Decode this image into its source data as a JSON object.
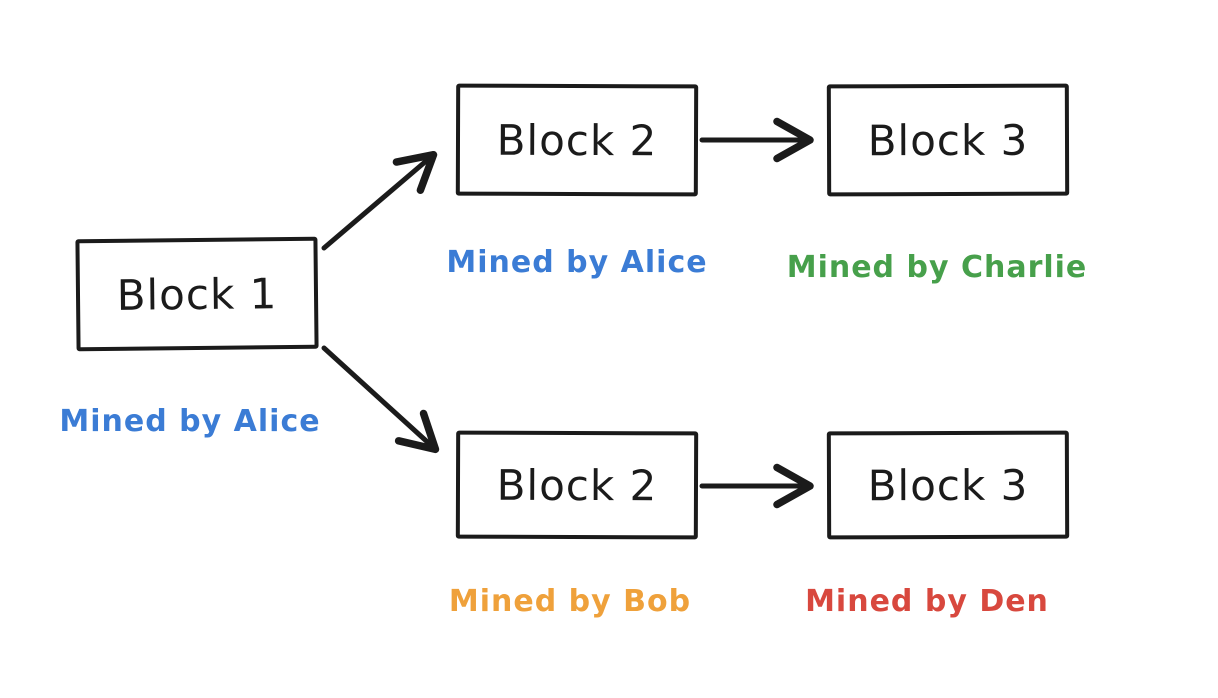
{
  "diagram": {
    "type": "blockchain-fork",
    "nodes": [
      {
        "id": "block-1",
        "label": "Block 1",
        "caption": "Mined by Alice",
        "caption_color": "#3b7cd5"
      },
      {
        "id": "block-2-top",
        "label": "Block 2",
        "caption": "Mined by Alice",
        "caption_color": "#3b7cd5"
      },
      {
        "id": "block-3-top",
        "label": "Block 3",
        "caption": "Mined by Charlie",
        "caption_color": "#47a04b"
      },
      {
        "id": "block-2-bottom",
        "label": "Block 2",
        "caption": "Mined by Bob",
        "caption_color": "#efa13b"
      },
      {
        "id": "block-3-bottom",
        "label": "Block 3",
        "caption": "Mined by Den",
        "caption_color": "#d8483e"
      }
    ],
    "edges": [
      {
        "from": "block-1",
        "to": "block-2-top"
      },
      {
        "from": "block-1",
        "to": "block-2-bottom"
      },
      {
        "from": "block-2-top",
        "to": "block-3-top"
      },
      {
        "from": "block-2-bottom",
        "to": "block-3-bottom"
      }
    ],
    "colors": {
      "stroke": "#1b1b1b",
      "background": "#ffffff"
    }
  }
}
